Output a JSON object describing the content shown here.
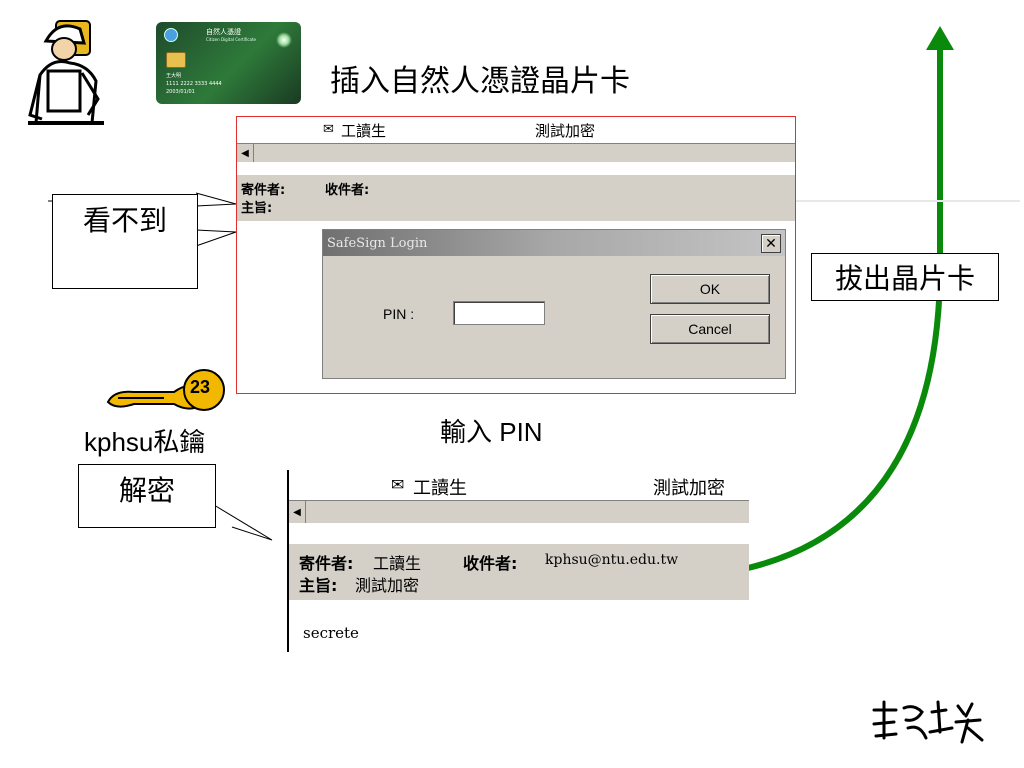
{
  "slide": {
    "title": "插入自然人憑證晶片卡",
    "pin_caption": "輸入 PIN",
    "remove_card": "拔出晶片卡",
    "key_label": "kphsu私鑰",
    "key_number": "23",
    "callout_hidden": "看不到",
    "callout_decrypt": "解密"
  },
  "card": {
    "header": "自然人憑證",
    "subheader": "Citizen Digital Certificate",
    "name": "王大明",
    "number": "1111 2222 3333 4444",
    "date": "2003/01/01"
  },
  "mail_top": {
    "sender_col": "工讀生",
    "subject_col": "測試加密",
    "from_label": "寄件者:",
    "to_label": "收件者:",
    "subject_label": "主旨:"
  },
  "login_dialog": {
    "title": "SafeSign Login",
    "pin_label": "PIN :",
    "pin_value": "",
    "ok_label": "OK",
    "cancel_label": "Cancel"
  },
  "mail_bottom": {
    "sender_col": "工讀生",
    "subject_col": "測試加密",
    "from_label": "寄件者:",
    "from_value": "工讀生",
    "to_label": "收件者:",
    "to_value": "kphsu@ntu.edu.tw",
    "subject_label": "主旨:",
    "subject_value": "測試加密",
    "body": "secrete"
  },
  "colors": {
    "arrow_green": "#0a8a0a",
    "frame_red": "#e03030",
    "key_gold": "#f2b800",
    "dialog_gray": "#d4d0c8"
  }
}
